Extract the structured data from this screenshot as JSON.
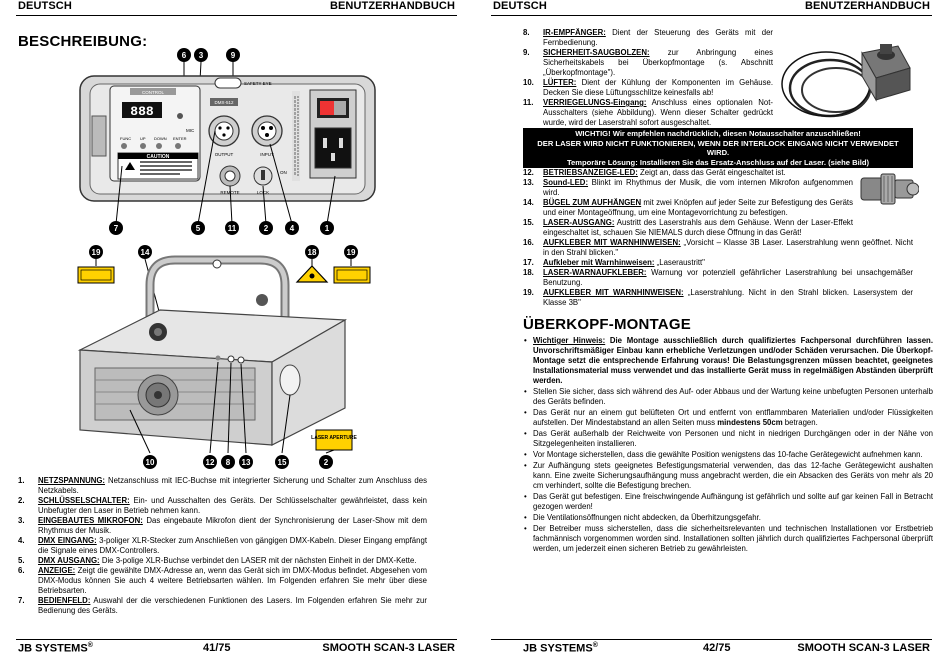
{
  "left": {
    "header_left": "DEUTSCH",
    "header_right": "BENUTZERHANDBUCH",
    "title": "BESCHREIBUNG:",
    "panel": {
      "control_label": "CONTROL",
      "display": "888",
      "mic": "MIC",
      "buttons": [
        "FUNC",
        "UP",
        "DOWN",
        "ENTER"
      ],
      "caution": "CAUTION",
      "dmx512": "DMX-512",
      "safety_eye": "SAFETY EYE",
      "output": "OUTPUT",
      "input": "INPUT",
      "remote": "REMOTE",
      "lock": "LOCK",
      "on": "ON",
      "callouts_top": [
        "6",
        "3",
        "9"
      ],
      "callouts_bottom": [
        "7",
        "5",
        "11",
        "2",
        "4",
        "1"
      ]
    },
    "fixture": {
      "callouts_top": [
        "19",
        "14",
        "18",
        "19"
      ],
      "callouts_bottom": [
        "10",
        "12",
        "8",
        "13",
        "15",
        "2"
      ],
      "laser_aperture_label": "LASER APERTURE"
    },
    "items": [
      {
        "num": "1.",
        "term": "NETZSPANNUNG:",
        "text": " Netzanschluss mit IEC-Buchse mit integrierter Sicherung und Schalter zum Anschluss des Netzkabels."
      },
      {
        "num": "2.",
        "term": "SCHLÜSSELSCHALTER:",
        "text": " Ein- und Ausschalten des Geräts. Der Schlüsselschalter gewährleistet, dass kein Unbefugter den Laser in Betrieb nehmen kann."
      },
      {
        "num": "3.",
        "term": "EINGEBAUTES MIKROFON:",
        "text": " Das eingebaute Mikrofon dient der Synchronisierung der Laser-Show mit dem Rhythmus der Musik."
      },
      {
        "num": "4.",
        "term": "DMX EINGANG:",
        "text": " 3-poliger XLR-Stecker zum Anschließen von gängigen DMX-Kabeln. Dieser Eingang empfängt die Signale eines DMX-Controllers."
      },
      {
        "num": "5.",
        "term": "DMX AUSGANG:",
        "text": " Die 3-polige XLR-Buchse verbindet den LASER mit der nächsten Einheit in der DMX-Kette."
      },
      {
        "num": "6.",
        "term": "ANZEIGE:",
        "text": " Zeigt die gewählte DMX-Adresse an, wenn das Gerät sich im DMX-Modus befindet. Abgesehen vom DMX-Modus können Sie auch 4 weitere Betriebsarten wählen. Im Folgenden erfahren Sie mehr über diese Betriebsarten."
      },
      {
        "num": "7.",
        "term": "BEDIENFELD:",
        "text": " Auswahl der die verschiedenen Funktionen des Lasers. Im Folgenden erfahren Sie mehr zur Bedienung des Geräts."
      }
    ],
    "footer_brand": "JB SYSTEMS",
    "footer_reg": "®",
    "footer_page": "41/75",
    "footer_model": "SMOOTH SCAN-3 LASER"
  },
  "right": {
    "header_left": "DEUTSCH",
    "header_right": "BENUTZERHANDBUCH",
    "items_top": [
      {
        "num": "8.",
        "term": "IR-EMPFÄNGER:",
        "text": " Dient der Steuerung des Geräts mit der Fernbedienung."
      },
      {
        "num": "9.",
        "term": "SICHERHEIT-SAUGBOLZEN:",
        "text": " zur Anbringung eines Sicherheitskabels bei Überkopfmontage (s. Abschnitt „Überkopfmontage\")."
      },
      {
        "num": "10.",
        "term": "LÜFTER:",
        "text": " Dient der Kühlung der Komponenten im Gehäuse. Decken Sie diese Lüftungsschlitze keinesfalls ab!"
      },
      {
        "num": "11.",
        "term": "VERRIEGELUNGS-Eingang:",
        "text": " Anschluss eines optionalen Not-Ausschalters (siehe Abbildung). Wenn dieser Schalter gedrückt wurde, wird der Laserstrahl sofort ausgeschaltet."
      }
    ],
    "warning": {
      "line1": "WICHTIG! Wir empfehlen nachdrücklich, diesen Notausschalter anzuschließen!",
      "line2": "DER LASER WIRD NICHT FUNKTIONIEREN, WENN DER INTERLOCK EINGANG NICHT VERWENDET WIRD.",
      "line3": "Temporäre Lösung: Installieren Sie das Ersatz-Anschluss auf der Laser. (siehe Bild)"
    },
    "items_bottom": [
      {
        "num": "12.",
        "term": "BETRIEBSANZEIGE-LED:",
        "text": " Zeigt an, dass das Gerät eingeschaltet ist."
      },
      {
        "num": "13.",
        "term": "Sound-LED:",
        "text": " Blinkt im Rhythmus der Musik, die vom internen Mikrofon aufgenommen wird."
      },
      {
        "num": "14.",
        "term": "BÜGEL ZUM AUFHÄNGEN",
        "text": " mit zwei Knöpfen auf jeder Seite zur Befestigung des Geräts und einer Montageöffnung, um eine Montagevorrichtung zu befestigen."
      },
      {
        "num": "15.",
        "term": "LASER-AUSGANG:",
        "text": " Austritt des Laserstrahls aus dem Gehäuse. Wenn der Laser-Effekt eingeschaltet ist, schauen Sie NIEMALS durch diese Öffnung in das Gerät!"
      },
      {
        "num": "16.",
        "term": "AUFKLEBER MIT WARNHINWEISEN:",
        "text": " „Vorsicht – Klasse 3B Laser. Laserstrahlung wenn geöffnet. Nicht in den Strahl blicken.\""
      },
      {
        "num": "17.",
        "term": "Aufkleber mit Warnhinweisen:",
        "text": " „Laseraustritt\""
      },
      {
        "num": "18.",
        "term": "LASER-WARNAUFKLEBER:",
        "text": " Warnung vor potenziell gefährlicher Laserstrahlung bei unsachgemäßer Benutzung."
      },
      {
        "num": "19.",
        "term": "AUFKLEBER MIT WARNHINWEISEN:",
        "text": " „Laserstrahlung. Nicht in den Strahl blicken. Lasersystem der Klasse 3B\""
      }
    ],
    "title2": "ÜBERKOPF-MONTAGE",
    "bullets": [
      {
        "lead": "Wichtiger Hinweis:",
        "text": " Die Montage ausschließlich durch qualifiziertes Fachpersonal durchführen lassen. Unvorschriftsmäßiger Einbau kann erhebliche Verletzungen und/oder Schäden verursachen. Die Überkopf-Montage setzt die entsprechende Erfahrung voraus! Die Belastungsgrenzen müssen beachtet, geeignetes Installationsmaterial muss verwendet und das installierte Gerät muss in regelmäßigen Abständen überprüft werden."
      },
      {
        "text": "Stellen Sie sicher, dass sich während des Auf- oder Abbaus und der Wartung keine unbefugten Personen unterhalb des Geräts befinden."
      },
      {
        "text": "Das Gerät nur an einem gut belüfteten Ort und entfernt von entflammbaren Materialien und/oder Flüssigkeiten aufstellen. Der Mindestabstand an allen Seiten muss ",
        "strong": "mindestens 50cm",
        "tail": " betragen."
      },
      {
        "text": "Das Gerät außerhalb der Reichweite von Personen und nicht in niedrigen Durchgängen oder in der Nähe von Sitzgelegenheiten installieren."
      },
      {
        "text": "Vor Montage sicherstellen, dass die gewählte Position wenigstens das 10-fache Gerätegewicht aufnehmen kann."
      },
      {
        "text": "Zur Aufhängung stets geeignetes Befestigungsmaterial verwenden, das das 12-fache Gerätegewicht aushalten kann. Eine zweite Sicherungsaufhängung muss angebracht werden, die ein Absacken des Geräts von mehr als 20 cm verhindert, sollte die Befestigung brechen."
      },
      {
        "text": "Das Gerät gut befestigen. Eine freischwingende Aufhängung ist gefährlich und sollte auf gar keinen Fall in Betracht gezogen werden!"
      },
      {
        "text": "Die Ventilationsöffnungen nicht abdecken, da Überhitzungsgefahr."
      },
      {
        "text": "Der Betreiber muss sicherstellen, dass die sicherheitsrelevanten und technischen Installationen vor Erstbetrieb fachmännisch vorgenommen worden sind. Installationen sollten jährlich durch qualifiziertes Fachpersonal überprüft werden, um jederzeit einen sicheren Betrieb zu gewährleisten."
      }
    ],
    "footer_brand": "JB SYSTEMS",
    "footer_reg": "®",
    "footer_page": "42/75",
    "footer_model": "SMOOTH SCAN-3 LASER"
  }
}
